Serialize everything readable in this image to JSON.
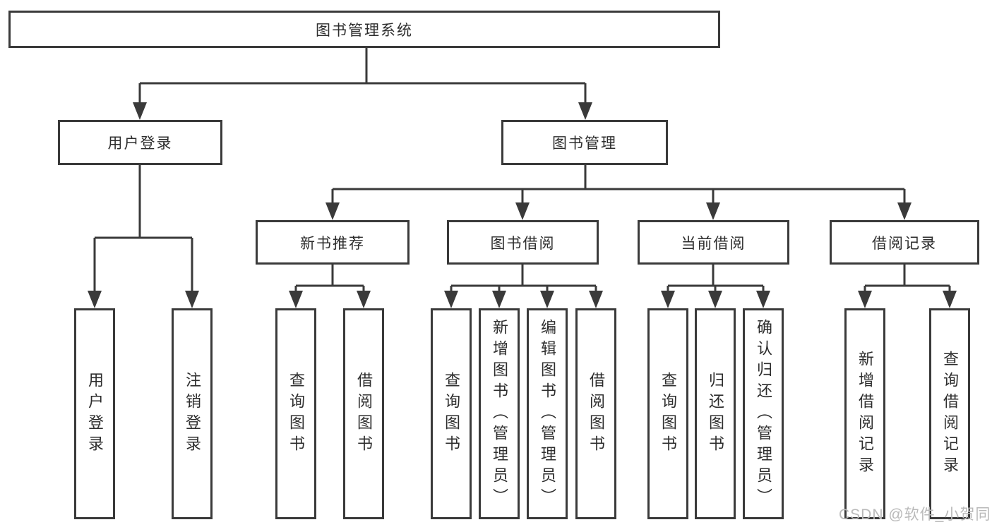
{
  "tree": {
    "root": {
      "label": "图书管理系统"
    },
    "branches": [
      {
        "label": "用户登录",
        "children": [
          {
            "label": "用户登录"
          },
          {
            "label": "注销登录"
          }
        ]
      },
      {
        "label": "图书管理",
        "children": [
          {
            "label": "新书推荐",
            "children": [
              {
                "label": "查询图书"
              },
              {
                "label": "借阅图书"
              }
            ]
          },
          {
            "label": "图书借阅",
            "children": [
              {
                "label": "查询图书"
              },
              {
                "label": "新增图书（管理员）"
              },
              {
                "label": "编辑图书（管理员）"
              },
              {
                "label": "借阅图书"
              }
            ]
          },
          {
            "label": "当前借阅",
            "children": [
              {
                "label": "查询图书"
              },
              {
                "label": "归还图书"
              },
              {
                "label": "确认归还（管理员）"
              }
            ]
          },
          {
            "label": "借阅记录",
            "children": [
              {
                "label": "新增借阅记录"
              },
              {
                "label": "查询借阅记录"
              }
            ]
          }
        ]
      }
    ]
  },
  "watermark": {
    "text": "CSDN @软件_小贺同学"
  },
  "colors": {
    "line": "#3a3a3a",
    "border": "#3a3a3a",
    "text": "#2d2d2d",
    "watermark": "#b9b9b9",
    "background": "#ffffff"
  }
}
